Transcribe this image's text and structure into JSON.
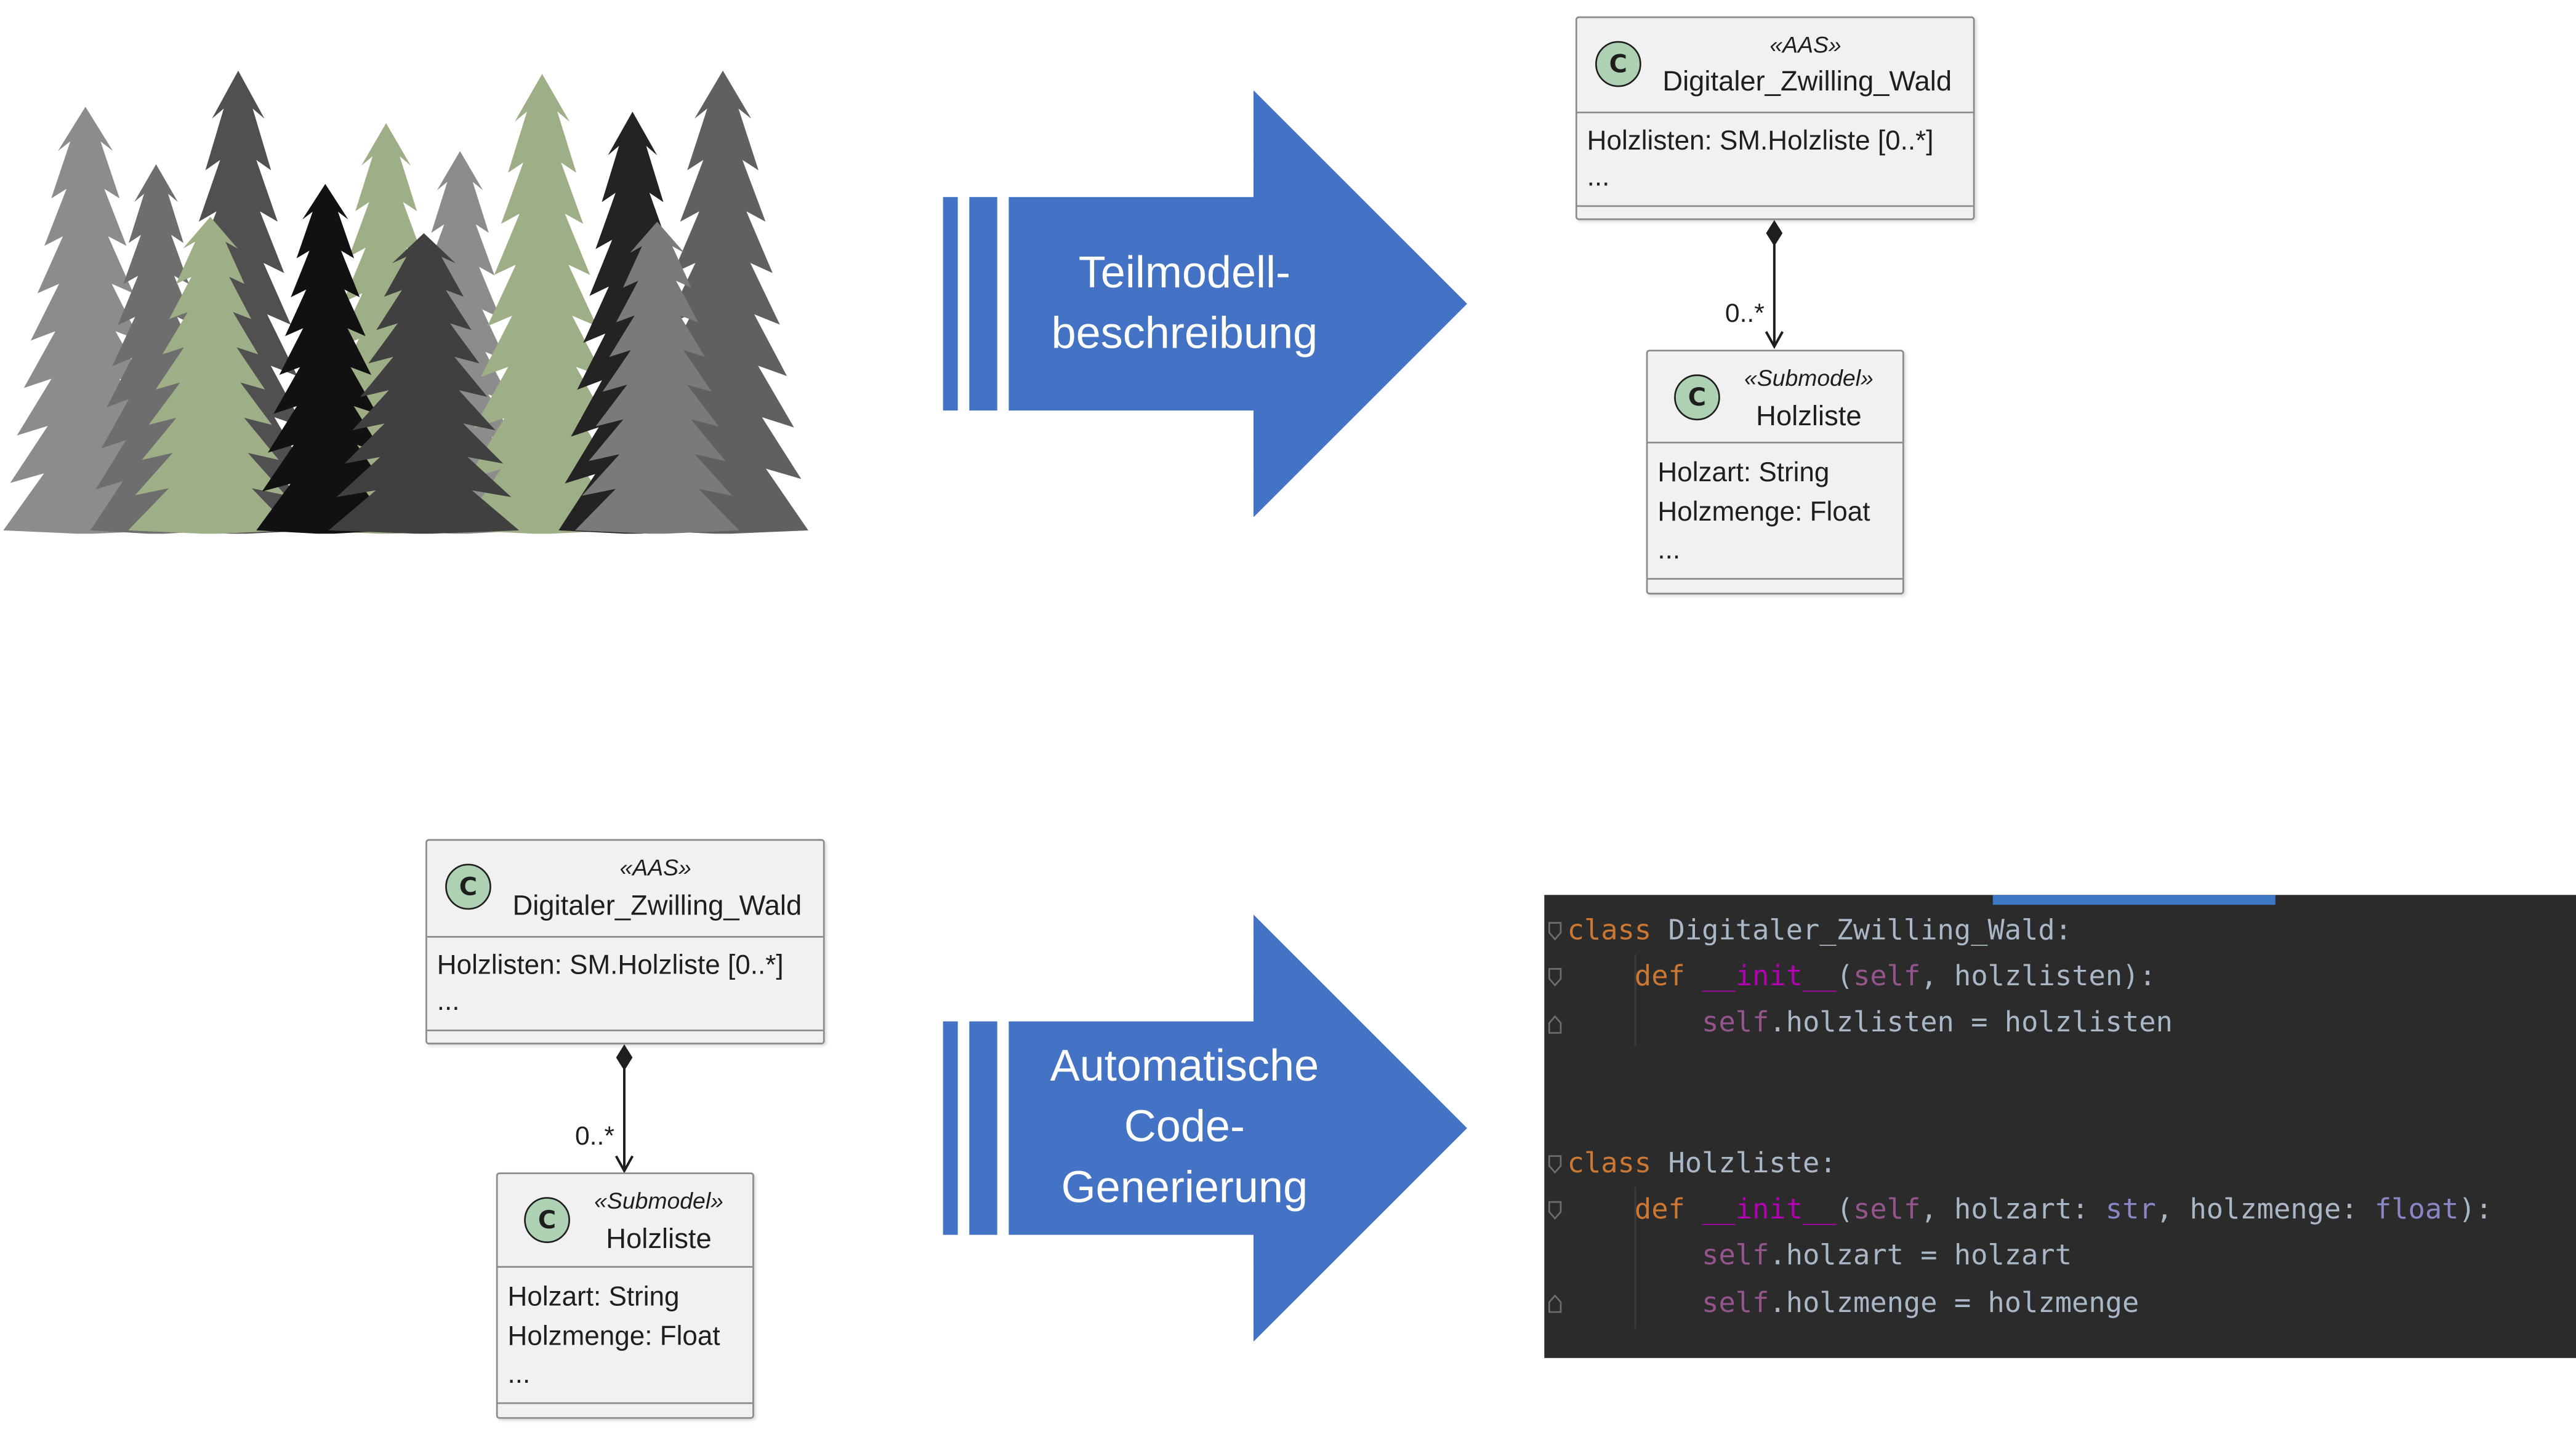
{
  "forest": {
    "icon": "forest-icon"
  },
  "arrow_top": {
    "line1": "Teilmodell-",
    "line2": "beschreibung",
    "color": "#4472c4"
  },
  "arrow_bottom": {
    "line1": "Automatische",
    "line2": "Code-",
    "line3": "Generierung",
    "color": "#4472c4"
  },
  "diagram_top": {
    "aas": {
      "stereotype": "«AAS»",
      "name": "Digitaler_Zwilling_Wald",
      "attr1": "Holzlisten: SM.Holzliste [0..*]",
      "attr2": "..."
    },
    "submodel": {
      "stereotype": "«Submodel»",
      "name": "Holzliste",
      "attr1": "Holzart: String",
      "attr2": "Holzmenge: Float",
      "attr3": "..."
    },
    "multiplicity": "0..*"
  },
  "diagram_bottom": {
    "aas": {
      "stereotype": "«AAS»",
      "name": "Digitaler_Zwilling_Wald",
      "attr1": "Holzlisten: SM.Holzliste [0..*]",
      "attr2": "..."
    },
    "submodel": {
      "stereotype": "«Submodel»",
      "name": "Holzliste",
      "attr1": "Holzart: String",
      "attr2": "Holzmenge: Float",
      "attr3": "..."
    },
    "multiplicity": "0..*"
  },
  "class_icon_letter": "C",
  "code": {
    "kw_class": "class",
    "kw_def": "def",
    "init": "__init__",
    "self": "self",
    "str": "str",
    "float": "float",
    "l1_name": " Digitaler_Zwilling_Wald:",
    "l2_open": "(",
    "l2_rest": ", holzlisten):",
    "l3_rest": ".holzlisten = holzlisten",
    "l5_name": " Holzliste:",
    "l6_a": ", holzart: ",
    "l6_b": ", holzmenge: ",
    "l6_c": "):",
    "l7_rest": ".holzart = holzart",
    "l8_rest": ".holzmenge = holzmenge"
  }
}
